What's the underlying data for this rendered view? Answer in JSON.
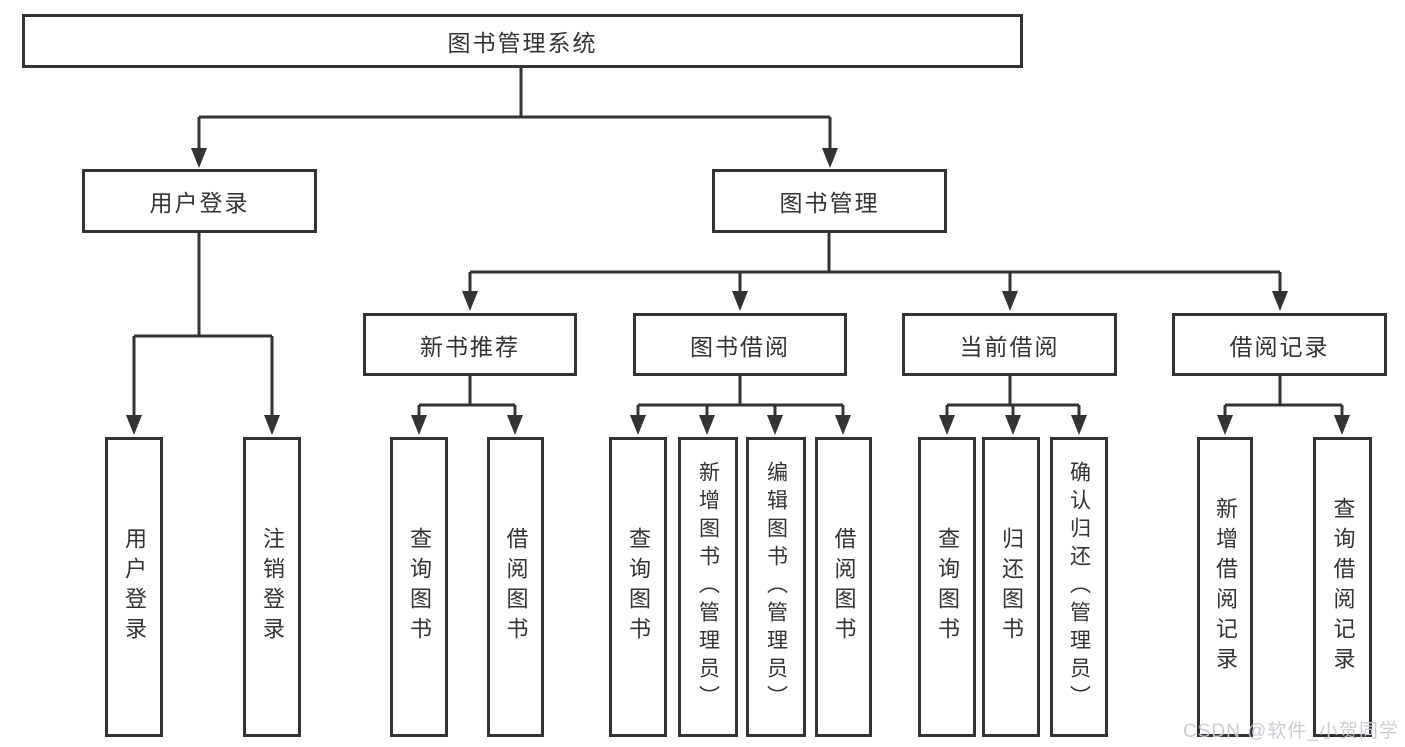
{
  "diagram": {
    "type": "hierarchy-tree",
    "watermark": "CSDN @软件_小贺同学",
    "colors": {
      "line": "#333333",
      "text": "#333333",
      "box_background": "#ffffff",
      "watermark": "#c6cad2"
    },
    "tree": {
      "root": "图书管理系统",
      "level1": [
        {
          "label": "用户登录"
        },
        {
          "label": "图书管理"
        }
      ],
      "level2": [
        {
          "label": "新书推荐"
        },
        {
          "label": "图书借阅"
        },
        {
          "label": "当前借阅"
        },
        {
          "label": "借阅记录"
        }
      ],
      "leaves": {
        "user": [
          "用户登录",
          "注销登录"
        ],
        "newbook": [
          "查询图书",
          "借阅图书"
        ],
        "borrow": [
          "查询图书",
          "新增图书（管理员）",
          "编辑图书（管理员）",
          "借阅图书"
        ],
        "current": [
          "查询图书",
          "归还图书",
          "确认归还（管理员）"
        ],
        "records": [
          "新增借阅记录",
          "查询借阅记录"
        ]
      }
    }
  }
}
